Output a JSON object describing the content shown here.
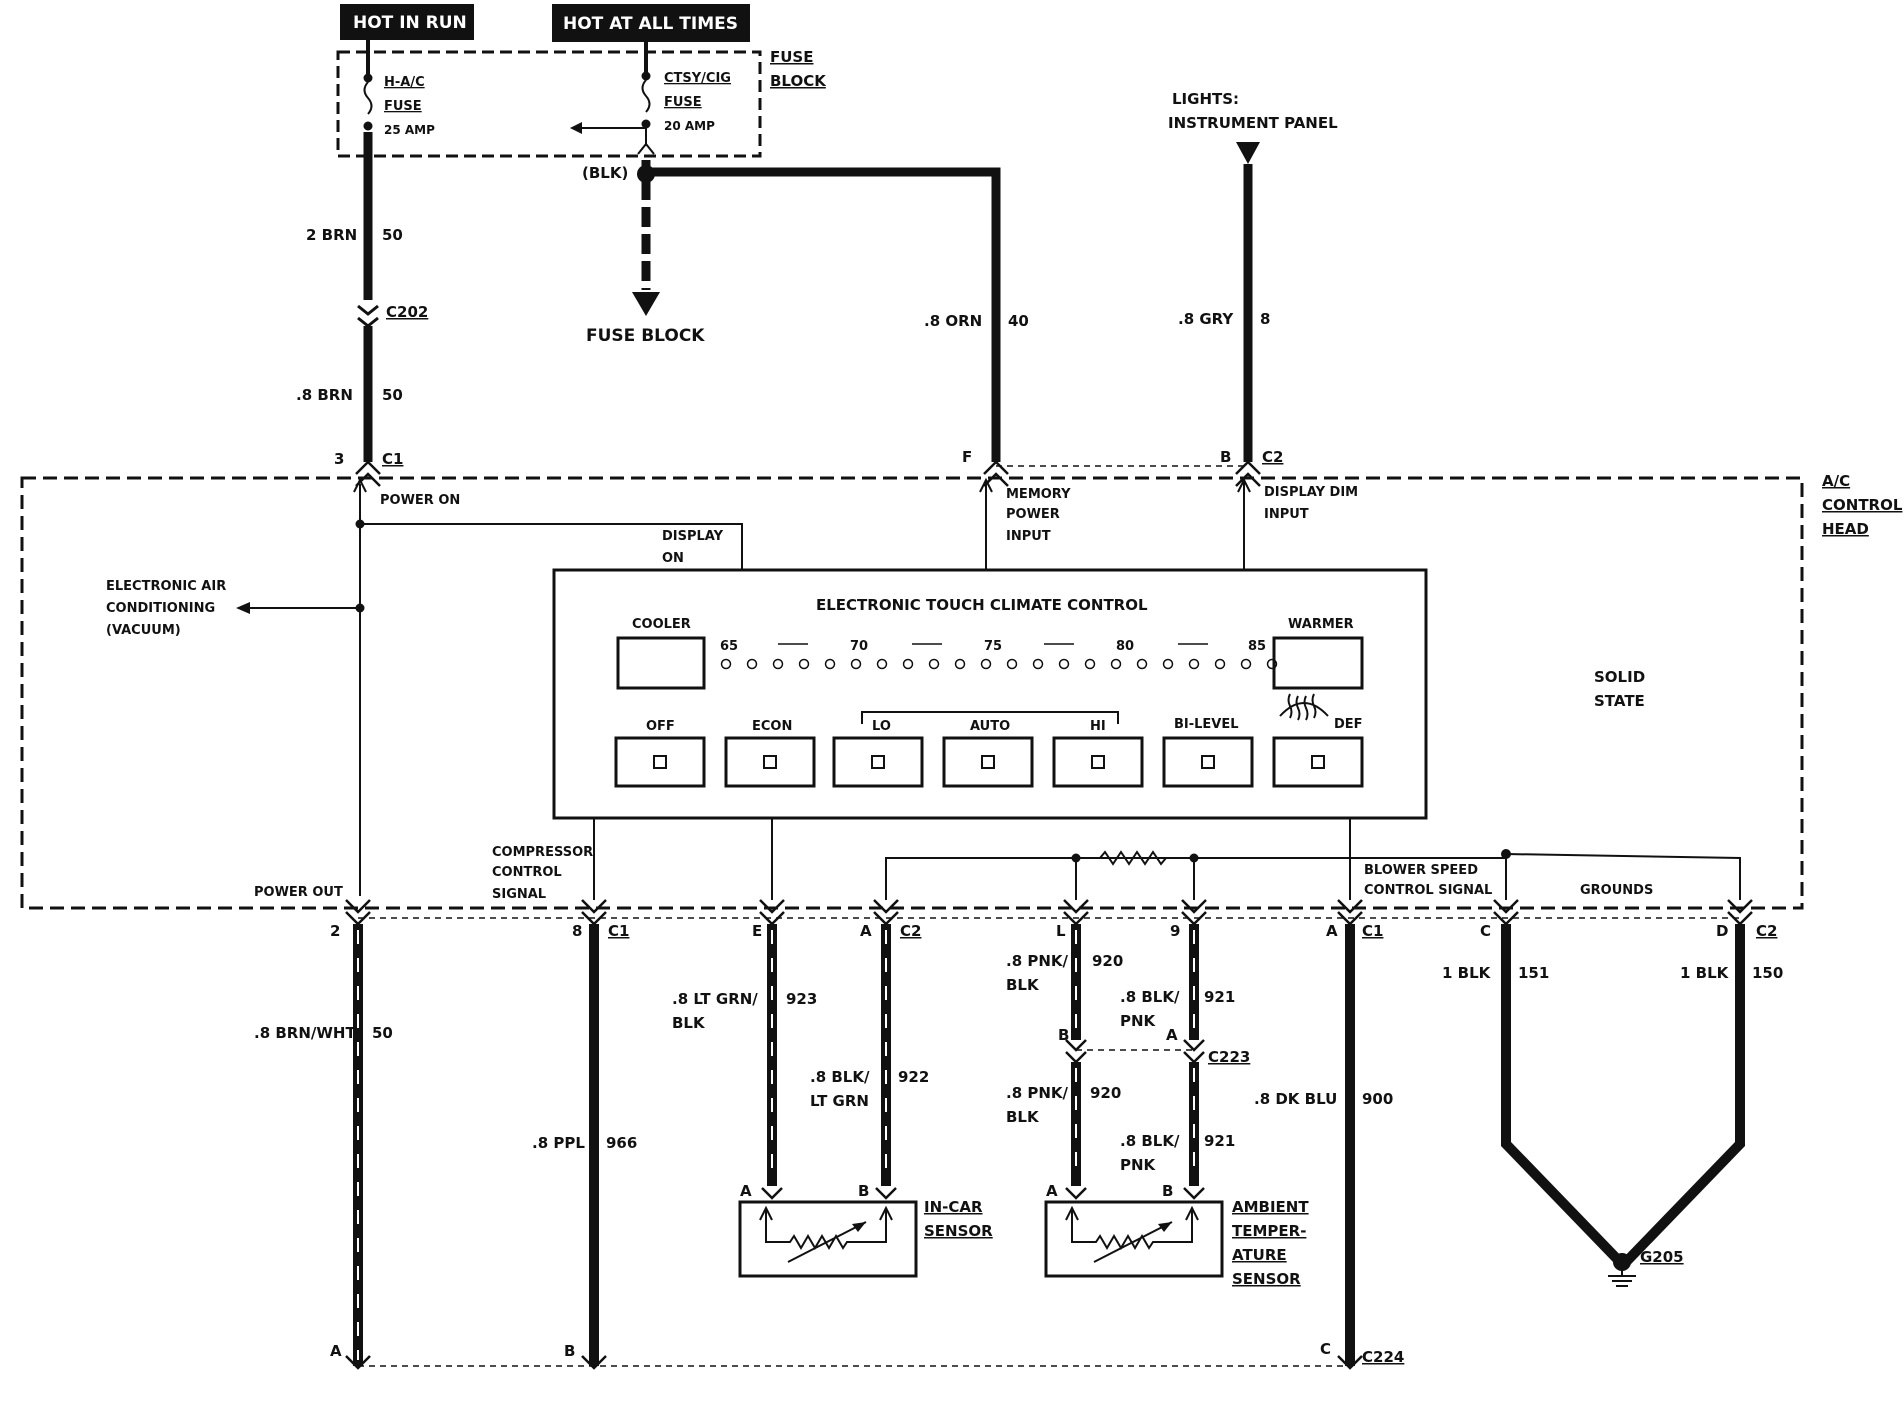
{
  "headers": {
    "hot_in_run": "HOT IN RUN",
    "hot_at_all_times": "HOT AT ALL TIMES"
  },
  "fuse_block": {
    "label_line1": "FUSE",
    "label_line2": "BLOCK",
    "hac_fuse_line1": "H-A/C",
    "hac_fuse_line2": "FUSE",
    "hac_fuse_rating": "25 AMP",
    "ctsy_fuse_line1": "CTSY/CIG",
    "ctsy_fuse_line2": "FUSE",
    "ctsy_fuse_rating": "20 AMP",
    "blk_label": "(BLK)",
    "arrow_target": "FUSE BLOCK"
  },
  "lights": {
    "line1": "LIGHTS:",
    "line2": "INSTRUMENT PANEL"
  },
  "wires_top": {
    "w50a_color": "2 BRN",
    "w50a_num": "50",
    "c202": "C202",
    "w50b_color": ".8 BRN",
    "w50b_num": "50",
    "w40_color": ".8 ORN",
    "w40_num": "40",
    "w8_color": ".8 GRY",
    "w8_num": "8"
  },
  "top_pins": {
    "pin3": "3",
    "c1": "C1",
    "pinF": "F",
    "pinB": "B",
    "c2": "C2"
  },
  "control_head": {
    "label_line1": "A/C",
    "label_line2": "CONTROL",
    "label_line3": "HEAD",
    "power_on": "POWER ON",
    "display_on_line1": "DISPLAY",
    "display_on_line2": "ON",
    "eac_line1": "ELECTRONIC AIR",
    "eac_line2": "CONDITIONING",
    "eac_line3": "(VACUUM)",
    "memory_line1": "MEMORY",
    "memory_line2": "POWER",
    "memory_line3": "INPUT",
    "dim_line1": "DISPLAY DIM",
    "dim_line2": "INPUT",
    "solid_line1": "SOLID",
    "solid_line2": "STATE",
    "power_out": "POWER OUT",
    "comp_line1": "COMPRESSOR",
    "comp_line2": "CONTROL",
    "comp_line3": "SIGNAL",
    "blower_line1": "BLOWER SPEED",
    "blower_line2": "CONTROL SIGNAL",
    "grounds": "GROUNDS"
  },
  "panel": {
    "title": "ELECTRONIC TOUCH CLIMATE CONTROL",
    "cooler": "COOLER",
    "warmer": "WARMER",
    "scale": [
      "65",
      "70",
      "75",
      "80",
      "85"
    ],
    "buttons": [
      "OFF",
      "ECON",
      "LO",
      "AUTO",
      "HI",
      "BI-LEVEL",
      "DEF"
    ]
  },
  "bottom_pins": {
    "p2": "2",
    "p8": "8",
    "c1a": "C1",
    "pE": "E",
    "pA": "A",
    "c2a": "C2",
    "pL": "L",
    "p9": "9",
    "pA2": "A",
    "c1b": "C1",
    "pC": "C",
    "pD": "D",
    "c2b": "C2"
  },
  "wires_bottom": {
    "w50_color": ".8 BRN/WHT",
    "w50_num": "50",
    "w966_color": ".8 PPL",
    "w966_num": "966",
    "w923_color1": ".8 LT GRN/",
    "w923_color2": "BLK",
    "w923_num": "923",
    "w922_color1": ".8 BLK/",
    "w922_color2": "LT GRN",
    "w922_num": "922",
    "w920a_color1": ".8 PNK/",
    "w920a_color2": "BLK",
    "w920a_num": "920",
    "w921a_color1": ".8 BLK/",
    "w921a_color2": "PNK",
    "w921a_num": "921",
    "c223": "C223",
    "c223_pB": "B",
    "c223_pA": "A",
    "w920b_color1": ".8 PNK/",
    "w920b_color2": "BLK",
    "w920b_num": "920",
    "w921b_color1": ".8 BLK/",
    "w921b_color2": "PNK",
    "w921b_num": "921",
    "w900_color": ".8 DK BLU",
    "w900_num": "900",
    "w151_color": "1 BLK",
    "w151_num": "151",
    "w150_color": "1 BLK",
    "w150_num": "150"
  },
  "sensors": {
    "incar_line1": "IN-CAR",
    "incar_line2": "SENSOR",
    "incar_pA": "A",
    "incar_pB": "B",
    "amb_line1": "AMBIENT",
    "amb_line2": "TEMPER-",
    "amb_line3": "ATURE",
    "amb_line4": "SENSOR",
    "amb_pA": "A",
    "amb_pB": "B"
  },
  "ground": "G205",
  "c224": {
    "pA": "A",
    "pB": "B",
    "pC": "C",
    "label": "C224"
  }
}
